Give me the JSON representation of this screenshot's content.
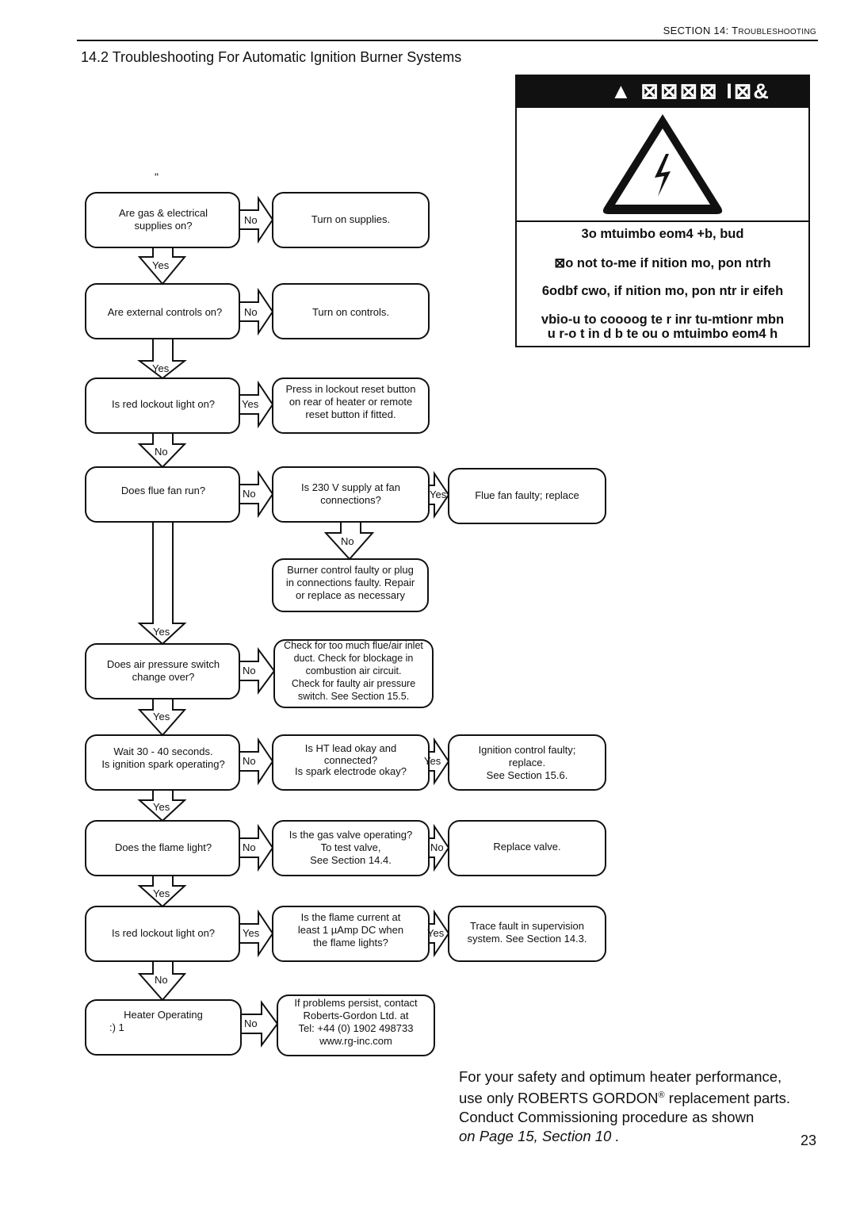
{
  "header": {
    "section_prefix": "SECTION 14: T",
    "section_rest": "ROUBLESHOOTING"
  },
  "title": "14.2 Troubleshooting For Automatic Ignition Burner Systems",
  "stray_mark": "\"",
  "flowchart": {
    "q1": [
      "Are gas & electrical",
      "supplies on?"
    ],
    "a1": "Turn on supplies.",
    "q2": "Are external controls on?",
    "a2": "Turn on controls.",
    "q3": "Is red lockout light on?",
    "a3": [
      "Press in lockout reset button",
      "on rear of heater or remote",
      "reset button if fitted."
    ],
    "q4": "Does flue fan run?",
    "a4": [
      "Is 230 V supply at fan",
      "connections?"
    ],
    "a4b": "Flue fan faulty; replace",
    "a4c": [
      "Burner control faulty or plug",
      "in connections faulty. Repair",
      "or replace as necessary"
    ],
    "q5": [
      "Does air pressure switch",
      "change over?"
    ],
    "a5": [
      "Check for too much flue/air inlet",
      "duct. Check for blockage in",
      "combustion air circuit.",
      "Check for faulty air pressure",
      "switch. See Section 15.5."
    ],
    "q6": [
      "Wait 30 - 40 seconds.",
      "Is ignition spark operating?"
    ],
    "a6": [
      "Is HT lead okay and",
      "connected?",
      "Is spark electrode okay?"
    ],
    "a6b": [
      "Ignition control faulty;",
      "replace.",
      "See Section 15.6."
    ],
    "q7": "Does the flame light?",
    "a7": [
      "Is the gas valve operating?",
      "To test valve,",
      "See Section 14.4."
    ],
    "a7b": "Replace valve.",
    "q8": "Is red lockout light on?",
    "a8": [
      "Is the flame current at",
      "least 1 µAmp DC when",
      "the flame lights?"
    ],
    "a8b": [
      "Trace fault in supervision",
      "system. See Section 14.3."
    ],
    "q9": [
      "Heater Operating",
      ":)  1"
    ],
    "a9": [
      "If problems persist, contact",
      "Roberts-Gordon Ltd. at",
      "Tel: +44 (0) 1902 498733",
      "www.rg-inc.com"
    ],
    "yes": "Yes",
    "no": "No"
  },
  "warning": {
    "heading": "▲ ⊠⊠⊠⊠   I⊠&",
    "lines": [
      "3o mtuimbo eom4 +b, bud",
      "⊠o not to-me if nition mo,  pon  ntrh",
      "6odbf   cwo,   if nition mo,  pon  ntr ir eifeh",
      "vbio-u  to coooog  te r     inr tu-mtionr mbn",
      "u r-o t in d b te ou o mtuimbo eom4 h"
    ]
  },
  "footer": {
    "line1": "For your safety and optimum heater performance,",
    "line2a": "use only ROBERTS GORDON",
    "reg": "®",
    "line2b": " replacement parts.",
    "line3": "Conduct Commissioning procedure as shown",
    "line4": "on Page 15, Section 10  ."
  },
  "page_number": "23"
}
